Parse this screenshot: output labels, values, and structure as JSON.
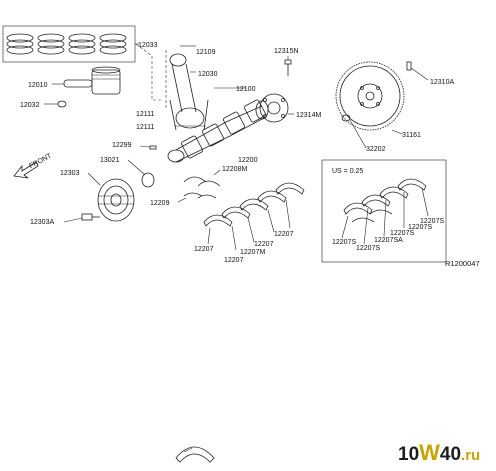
{
  "reference_code": "R1200047",
  "orientation_label": "FRONT",
  "us_label": "US = 0.25",
  "parts": {
    "p12033": "12033",
    "p12010": "12010",
    "p12032": "12032",
    "p12109": "12109",
    "p12030": "12030",
    "p12100": "12100",
    "p12315N": "12315N",
    "p12314M": "12314M",
    "p12310A": "12310A",
    "p31161": "31161",
    "p32202": "32202",
    "p12111a": "12111",
    "p12111b": "12111",
    "p12299": "12299",
    "p13021": "13021",
    "p12200": "12200",
    "p12303": "12303",
    "p12208M": "12208M",
    "p12209": "12209",
    "p12303A": "12303A",
    "p12207a": "12207",
    "p12207b": "12207",
    "p12207M": "12207M",
    "p12207c": "12207",
    "p12207d": "12207",
    "p12207S_a": "12207S",
    "p12207S_b": "12207S",
    "p12207S_c": "12207S",
    "p12207SA": "12207SA",
    "p12207S_d": "12207S",
    "p12207S_e": "12207S"
  },
  "watermark": {
    "p1": "10",
    "p2": "W",
    "p3": "40",
    "p4": ".ru"
  }
}
